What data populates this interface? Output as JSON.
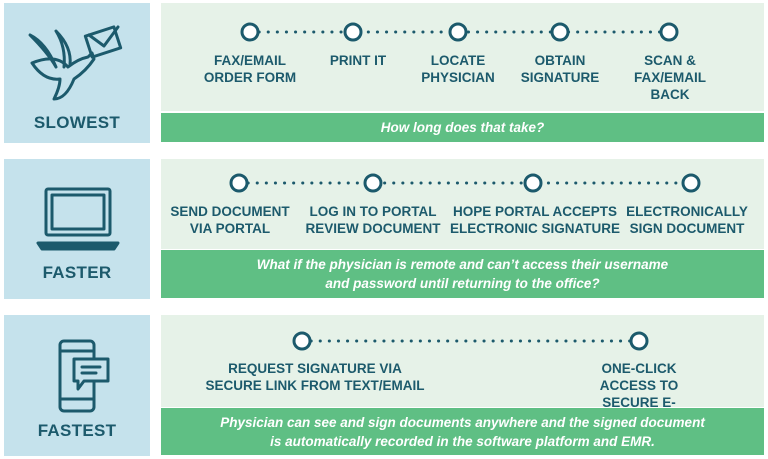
{
  "colors": {
    "navy": "#1c5a6c",
    "left_bg": "#c5e2ec",
    "right_bg": "#e6f2e8",
    "bar": "#5fbf84"
  },
  "rows": [
    {
      "tier": "SLOWEST",
      "icon": "bird-with-envelope-icon",
      "steps": [
        "FAX/EMAIL\nORDER FORM",
        "PRINT IT",
        "LOCATE\nPHYSICIAN",
        "OBTAIN\nSIGNATURE",
        "SCAN &\nFAX/EMAIL\nBACK"
      ],
      "note": "How long does that take?"
    },
    {
      "tier": "FASTER",
      "icon": "laptop-icon",
      "steps": [
        "SEND DOCUMENT\nVIA PORTAL",
        "LOG IN TO PORTAL\nREVIEW DOCUMENT",
        "HOPE PORTAL ACCEPTS\nELECTRONIC SIGNATURE",
        "ELECTRONICALLY\nSIGN DOCUMENT"
      ],
      "note": "What if the physician is remote and can’t access their username\nand password until returning to the office?"
    },
    {
      "tier": "FASTEST",
      "icon": "smartphone-chat-icon",
      "steps": [
        "REQUEST SIGNATURE VIA\nSECURE LINK FROM TEXT/EMAIL",
        "ONE-CLICK ACCESS TO\nSECURE E-SIGNATURE"
      ],
      "note": "Physician can see and sign documents anywhere and the signed document\nis automatically recorded in the software platform and EMR."
    }
  ]
}
